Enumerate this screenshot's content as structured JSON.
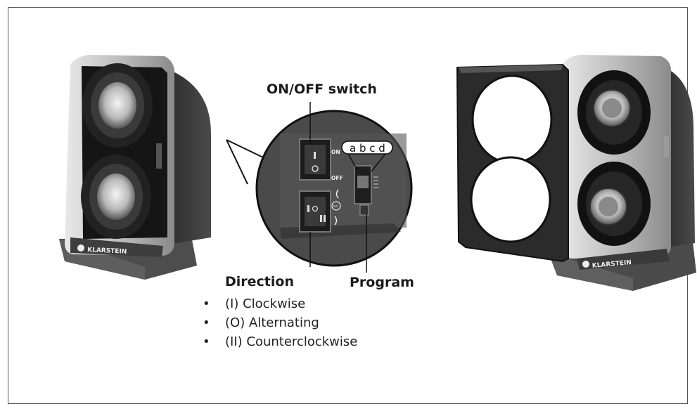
{
  "labels": {
    "onoff_switch": "ON/OFF switch",
    "direction": "Direction",
    "program": "Program",
    "switch_on": "ON",
    "switch_off": "OFF",
    "program_letters": "a b c d",
    "brand": "KLARSTEIN",
    "direction_alt_mark": "A/C"
  },
  "direction_options": [
    "(I) Clockwise",
    "(O) Alternating",
    "(II) Counterclockwise"
  ]
}
